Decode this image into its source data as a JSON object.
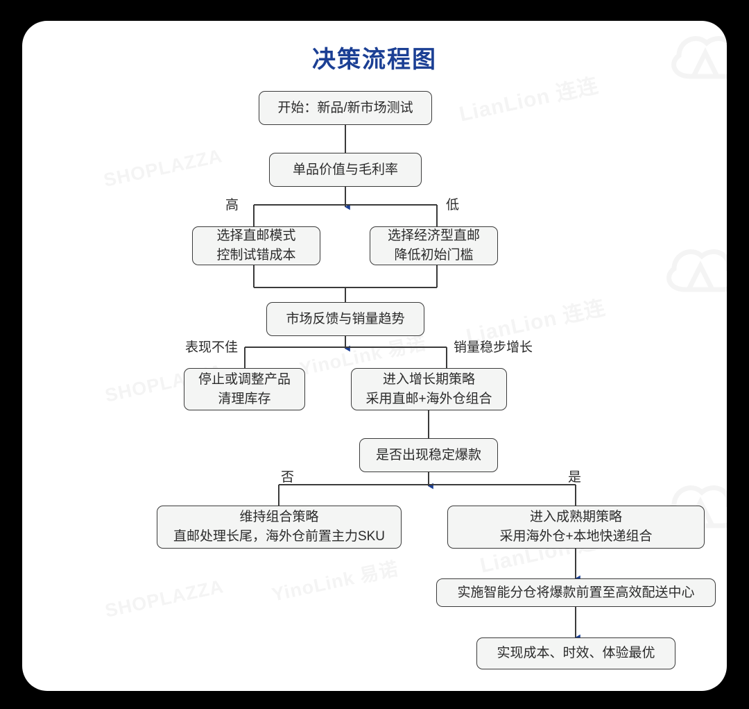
{
  "page": {
    "background": "#000000",
    "card_background": "#ffffff",
    "title": "决策流程图",
    "title_color": "#1b3f94"
  },
  "style": {
    "node_fill": "#f4f5f4",
    "node_border": "#3a3a3a",
    "arrow_color": "#1b3f94",
    "line_color": "#3a3a3a",
    "text_color": "#2b2b2b"
  },
  "watermarks": [
    {
      "text": "LianLion 连连",
      "name": "lianlian-watermark-top"
    },
    {
      "text": "SHOPLAZZA",
      "name": "shoplazza-watermark-top"
    },
    {
      "text": "LianLion 连连",
      "name": "lianlian-watermark-mid"
    },
    {
      "text": "YinoLink 易诺",
      "name": "yinolink-watermark-mid"
    },
    {
      "text": "SHOPLAZZA",
      "name": "shoplazza-watermark-mid"
    },
    {
      "text": "YinoLink 易诺",
      "name": "yinolink-watermark-low"
    },
    {
      "text": "SHOPLAZZA",
      "name": "shoplazza-watermark-low"
    },
    {
      "text": "LianLion 连连",
      "name": "lianlian-watermark-low"
    }
  ],
  "chart_data": {
    "type": "diagram",
    "title": "决策流程图",
    "nodes": [
      {
        "id": "start",
        "lines": [
          "开始：新品/新市场测试"
        ]
      },
      {
        "id": "metric",
        "lines": [
          "单品价值与毛利率"
        ]
      },
      {
        "id": "high",
        "lines": [
          "选择直邮模式",
          "控制试错成本"
        ]
      },
      {
        "id": "low",
        "lines": [
          "选择经济型直邮",
          "降低初始门槛"
        ]
      },
      {
        "id": "feedback",
        "lines": [
          "市场反馈与销量趋势"
        ]
      },
      {
        "id": "poor",
        "lines": [
          "停止或调整产品",
          "清理库存"
        ]
      },
      {
        "id": "growth",
        "lines": [
          "进入增长期策略",
          "采用直邮+海外仓组合"
        ]
      },
      {
        "id": "hotcheck",
        "lines": [
          "是否出现稳定爆款"
        ]
      },
      {
        "id": "keepmix",
        "lines": [
          "维持组合策略",
          "直邮处理长尾，海外仓前置主力SKU"
        ]
      },
      {
        "id": "mature",
        "lines": [
          "进入成熟期策略",
          "采用海外仓+本地快递组合"
        ]
      },
      {
        "id": "smartwh",
        "lines": [
          "实施智能分仓将爆款前置至高效配送中心"
        ]
      },
      {
        "id": "optimal",
        "lines": [
          "实现成本、时效、体验最优"
        ]
      }
    ],
    "edges": [
      {
        "from": "start",
        "to": "metric",
        "label": ""
      },
      {
        "from": "metric",
        "to": "high",
        "label": "高"
      },
      {
        "from": "metric",
        "to": "low",
        "label": "低"
      },
      {
        "from": "high",
        "to": "feedback",
        "label": ""
      },
      {
        "from": "low",
        "to": "feedback",
        "label": ""
      },
      {
        "from": "feedback",
        "to": "poor",
        "label": "表现不佳"
      },
      {
        "from": "feedback",
        "to": "growth",
        "label": "销量稳步增长"
      },
      {
        "from": "growth",
        "to": "hotcheck",
        "label": ""
      },
      {
        "from": "hotcheck",
        "to": "keepmix",
        "label": "否"
      },
      {
        "from": "hotcheck",
        "to": "mature",
        "label": "是"
      },
      {
        "from": "mature",
        "to": "smartwh",
        "label": ""
      },
      {
        "from": "smartwh",
        "to": "optimal",
        "label": ""
      }
    ],
    "edge_labels": {
      "high": "高",
      "low": "低",
      "poor": "表现不佳",
      "growth": "销量稳步增长",
      "no": "否",
      "yes": "是"
    }
  }
}
